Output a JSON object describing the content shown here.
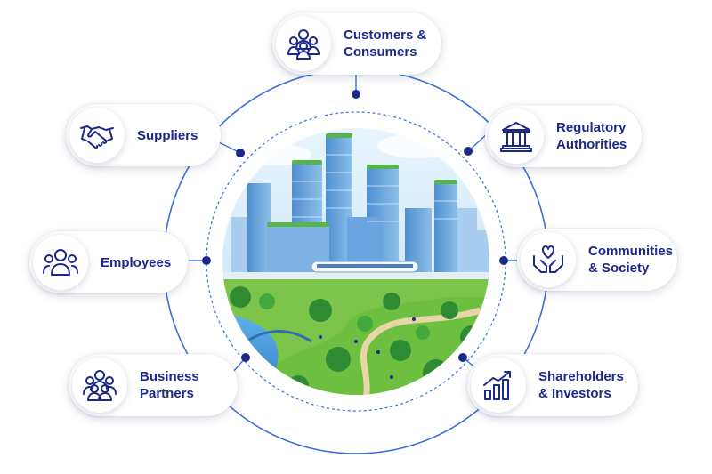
{
  "colors": {
    "primary_navy": "#1b2a8a",
    "ring_line": "#3b6fe0",
    "sky": "#cfe8f8",
    "water": "#3f8fd9",
    "grass": "#6cbf3f",
    "tree": "#2e8b34"
  },
  "hub": {
    "image_name": "city-park-illustration"
  },
  "stakeholders": [
    {
      "id": "customers",
      "label": "Customers &\nConsumers",
      "icon": "people-group-icon"
    },
    {
      "id": "regulatory",
      "label": "Regulatory\nAuthorities",
      "icon": "government-building-icon"
    },
    {
      "id": "communities",
      "label": "Communities\n& Society",
      "icon": "heart-hands-icon"
    },
    {
      "id": "shareholders",
      "label": "Shareholders\n& Investors",
      "icon": "growth-chart-icon"
    },
    {
      "id": "partners",
      "label": "Business\nPartners",
      "icon": "group-people-icon"
    },
    {
      "id": "employees",
      "label": "Employees",
      "icon": "employees-icon"
    },
    {
      "id": "suppliers",
      "label": "Suppliers",
      "icon": "handshake-icon"
    }
  ]
}
